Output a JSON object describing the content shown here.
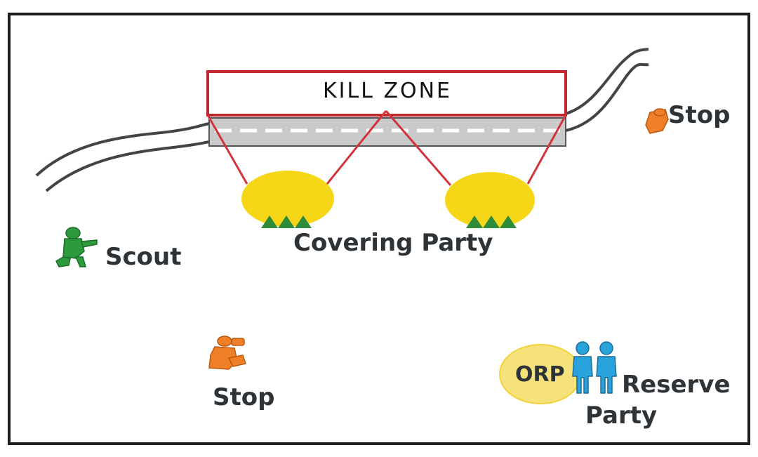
{
  "diagram": {
    "kill_zone_label": "KILL ZONE",
    "covering_party_label": "Covering Party",
    "scout_label": "Scout",
    "stop_right_label": "Stop",
    "stop_bottom_label": "Stop",
    "orp_label": "ORP",
    "reserve_party_label_line1": "Reserve",
    "reserve_party_label_line2": "Party"
  },
  "colors": {
    "kill_zone_red": "#c0262d",
    "covering_position_yellow": "#f5d718",
    "orp_yellow": "#f6e27a",
    "scout_green": "#2e9a3e",
    "stop_orange": "#f07f2a",
    "reserve_blue": "#29a3dc",
    "road_gray": "#c9c9c9"
  },
  "icons": {
    "scout": "kneeling-soldier-icon",
    "stop_right": "prone-soldier-icon",
    "stop_bottom": "crouching-soldier-with-binoculars-icon",
    "reserve": "standing-soldiers-icon"
  }
}
